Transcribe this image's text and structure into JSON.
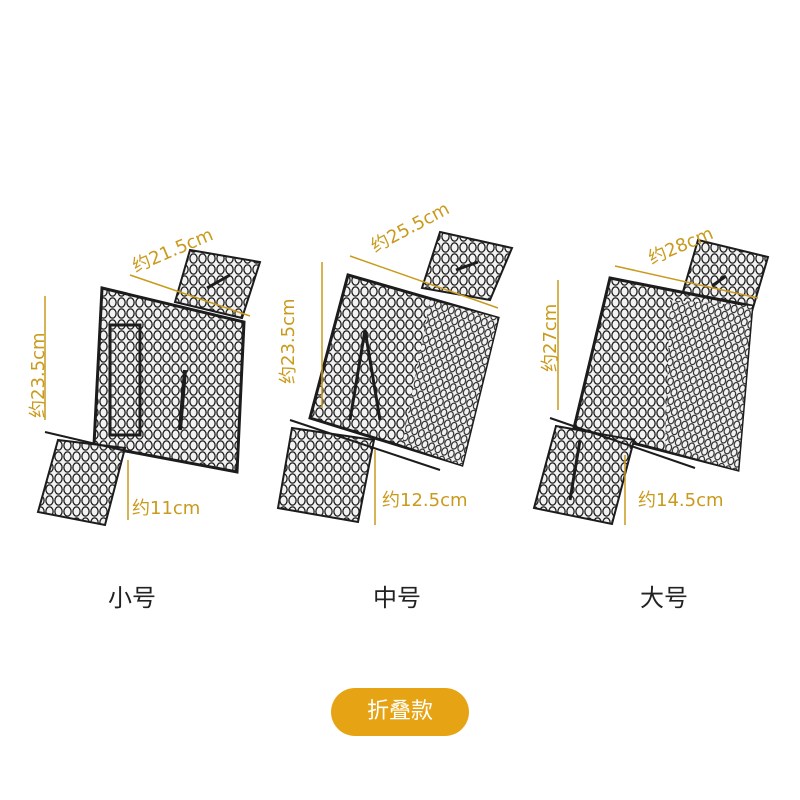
{
  "colors": {
    "dimension": "#c99a1c",
    "badge": "#e6a414",
    "mesh": "#1c1c1c"
  },
  "products": [
    {
      "size_label": "小号",
      "width": "约21.5cm",
      "height": "约23.5cm",
      "door": "约11cm"
    },
    {
      "size_label": "中号",
      "width": "约25.5cm",
      "height": "约23.5cm",
      "door": "约12.5cm"
    },
    {
      "size_label": "大号",
      "width": "约28cm",
      "height": "约27cm",
      "door": "约14.5cm"
    }
  ],
  "badge": {
    "label": "折叠款"
  }
}
